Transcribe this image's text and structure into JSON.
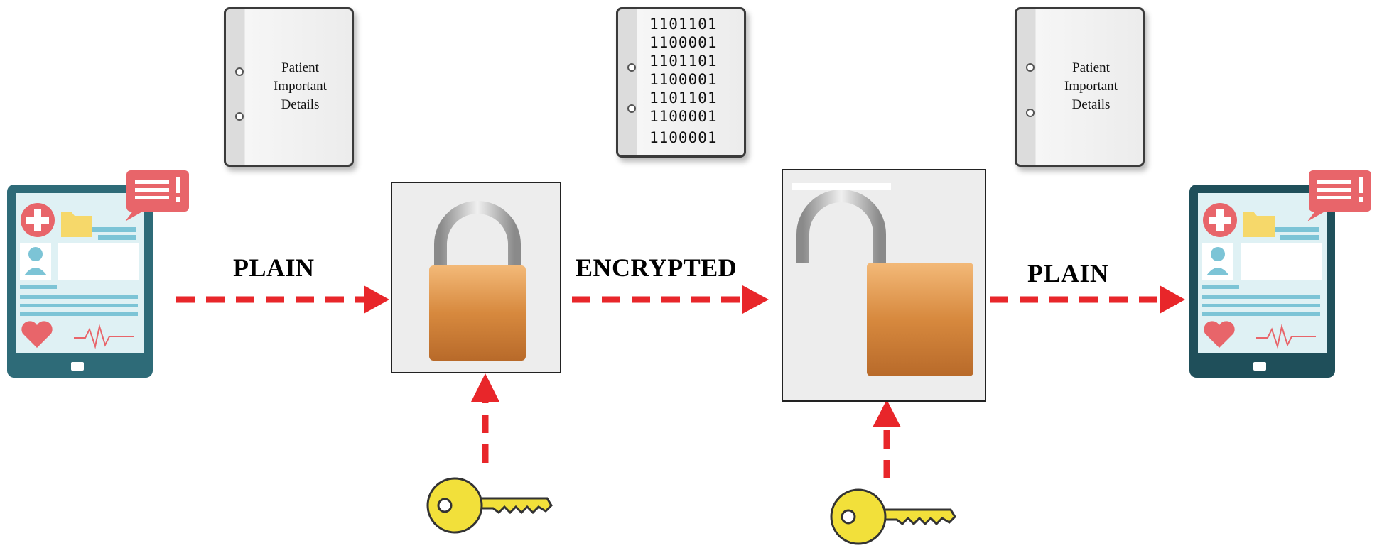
{
  "documents": {
    "plain_left": {
      "lines": [
        "Patient",
        "Important",
        "Details"
      ]
    },
    "encrypted": {
      "lines": [
        "1101101",
        "1100001",
        "1101101",
        "1100001",
        "1101101",
        "1100001",
        "1100001"
      ]
    },
    "plain_right": {
      "lines": [
        "Patient",
        "Important",
        "Details"
      ]
    }
  },
  "labels": {
    "plain_left": "PLAIN",
    "encrypted": "ENCRYPTED",
    "plain_right": "PLAIN"
  },
  "colors": {
    "arrow": "#e8262a",
    "lock_body": "#d98a3e",
    "key": "#f2e03a",
    "tablet_frame": "#2e6b78",
    "alert": "#e8656a"
  },
  "icons": {
    "sender": "medical-tablet-icon",
    "receiver": "medical-tablet-icon",
    "encrypt": "closed-padlock-icon",
    "decrypt": "open-padlock-icon",
    "key": "key-icon"
  }
}
